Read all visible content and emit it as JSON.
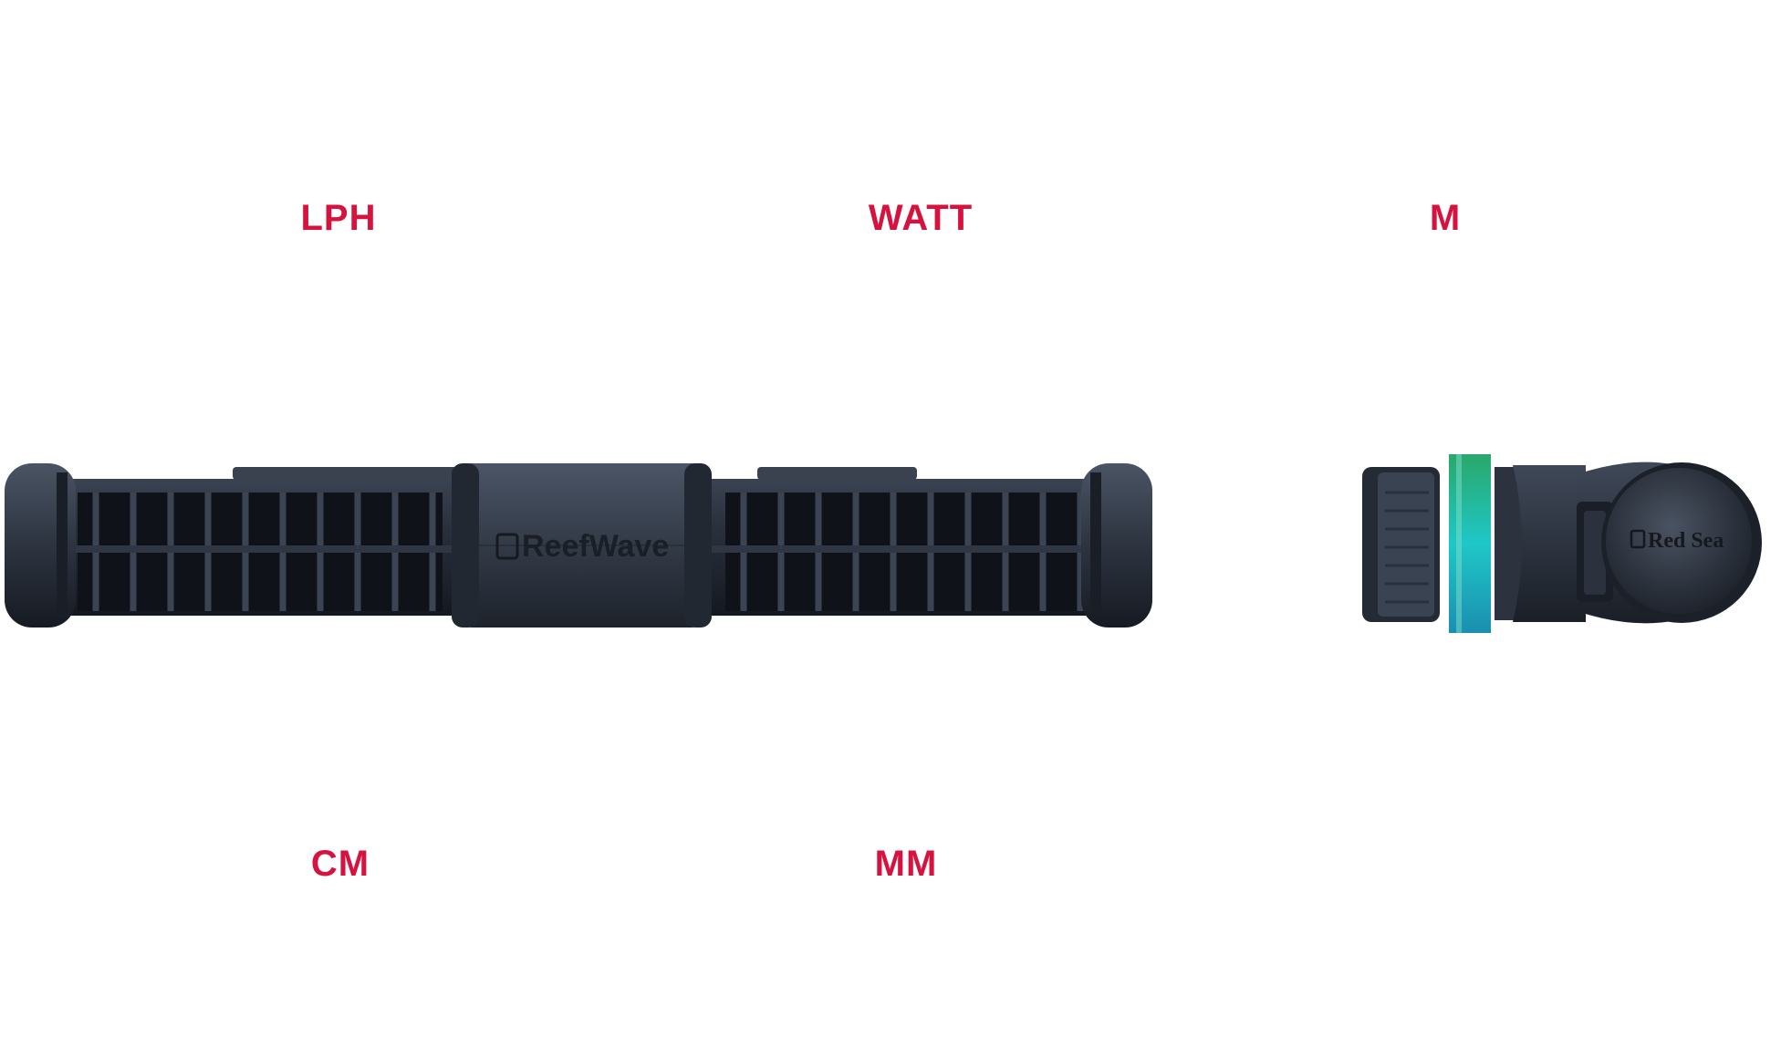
{
  "colors": {
    "accent": "#d6123f",
    "pump_body": "#2b3340",
    "pump_dark": "#1a1f28",
    "glass": "#1fb8a6"
  },
  "labels": {
    "lph": "LPH",
    "watt": "WATT",
    "m": "M",
    "cm": "CM",
    "mm": "MM"
  },
  "product": {
    "pump_brand": "ReefWave",
    "mount_brand": "Red Sea"
  }
}
